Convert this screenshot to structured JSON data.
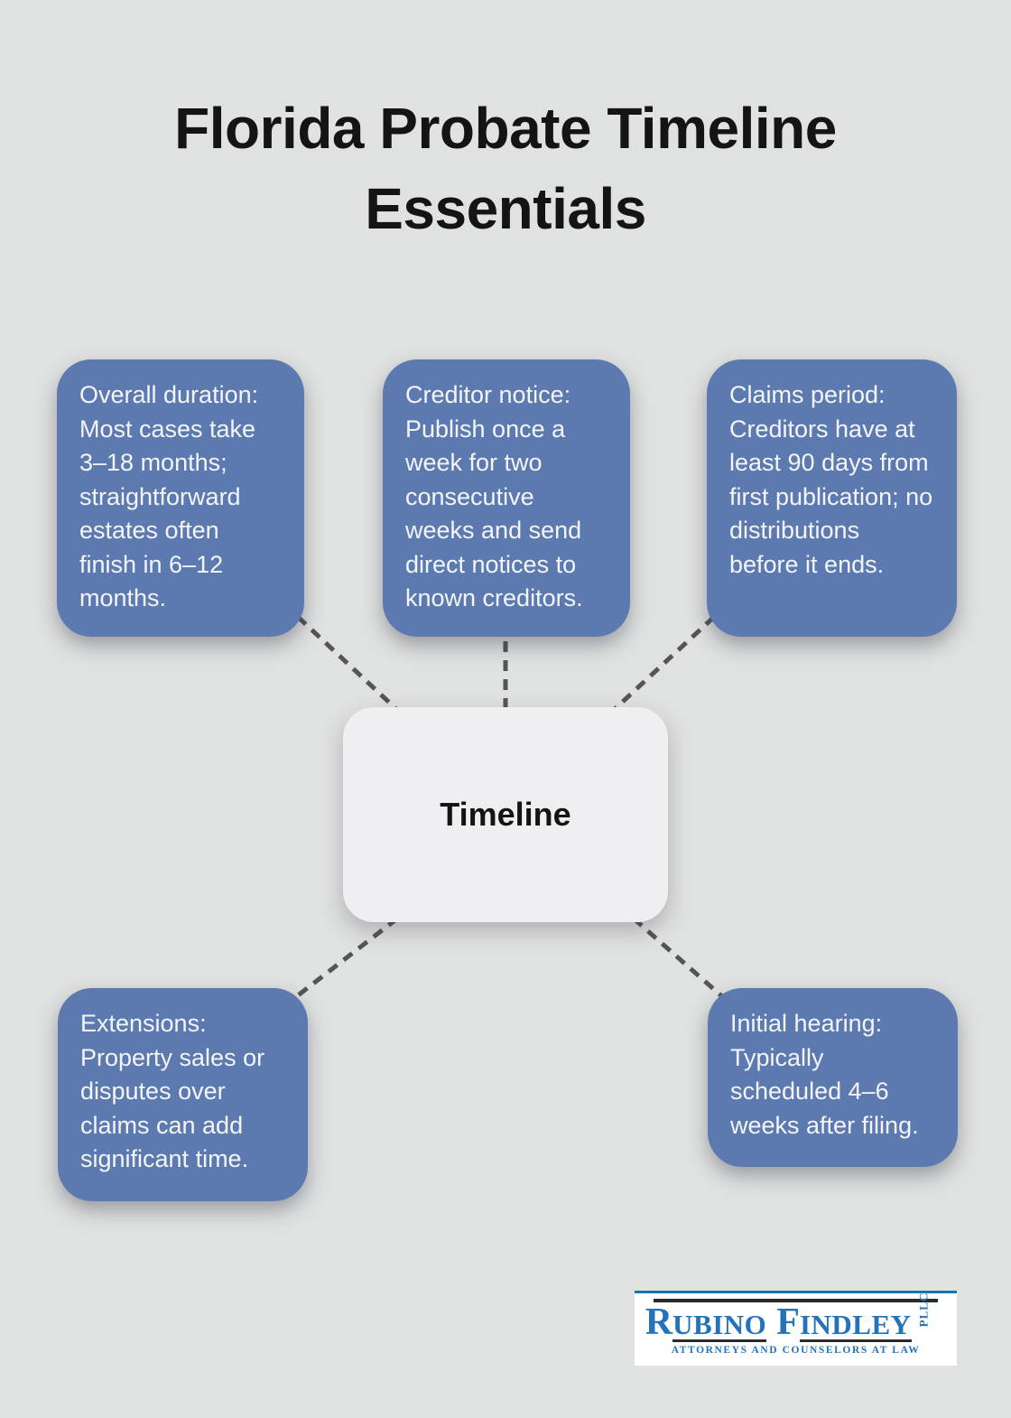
{
  "title": {
    "line1": "Florida Probate Timeline",
    "line2": "Essentials"
  },
  "center": {
    "label": "Timeline"
  },
  "nodes": {
    "overall_duration": "Overall duration: Most cases take 3–18 months; straightforward estates often finish in 6–12 months.",
    "creditor_notice": "Creditor notice: Publish once a week for two consecutive weeks and send direct notices to known creditors.",
    "claims_period": "Claims period: Creditors have at least 90 days from first publication; no distributions before it ends.",
    "extensions": "Extensions: Property sales or disputes over claims can add significant time.",
    "initial_hearing": "Initial hearing: Typically scheduled 4–6 weeks after filing."
  },
  "logo": {
    "firm_initial_1": "R",
    "firm_rest_1": "UBINO",
    "firm_initial_2": "F",
    "firm_rest_2": "INDLEY",
    "firm_suffix": "PLLC",
    "tagline": "ATTORNEYS AND COUNSELORS AT LAW"
  },
  "colors": {
    "background": "#e0e1e1",
    "node_fill": "#5c7aaf",
    "node_text": "#f3f5f9",
    "center_fill": "#efeff1",
    "connector": "#555555",
    "title_text": "#141414",
    "logo_blue": "#2273bb",
    "logo_rule": "#2b2b2b"
  }
}
